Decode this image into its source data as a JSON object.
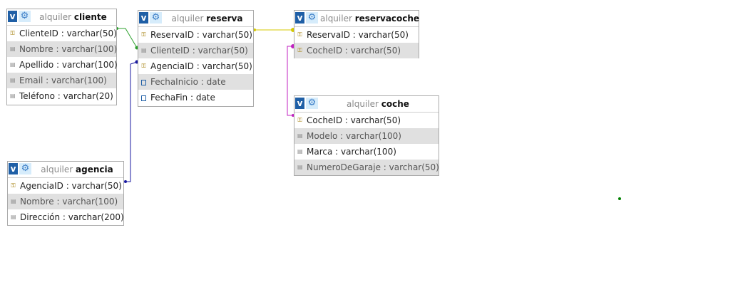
{
  "tables": {
    "cliente": {
      "db": "alquiler",
      "name": "cliente",
      "fields": [
        {
          "text": "ClienteID : varchar(50)",
          "kind": "key"
        },
        {
          "text": "Nombre : varchar(100)",
          "kind": "text"
        },
        {
          "text": "Apellido : varchar(100)",
          "kind": "text"
        },
        {
          "text": "Email : varchar(100)",
          "kind": "text"
        },
        {
          "text": "Teléfono : varchar(20)",
          "kind": "text"
        }
      ]
    },
    "reserva": {
      "db": "alquiler",
      "name": "reserva",
      "fields": [
        {
          "text": "ReservaID : varchar(50)",
          "kind": "key"
        },
        {
          "text": "ClienteID : varchar(50)",
          "kind": "text"
        },
        {
          "text": "AgenciaID : varchar(50)",
          "kind": "key"
        },
        {
          "text": "FechaInicio : date",
          "kind": "date"
        },
        {
          "text": "FechaFin : date",
          "kind": "date"
        }
      ]
    },
    "reservacoche": {
      "db": "alquiler",
      "name": "reservacoche",
      "fields": [
        {
          "text": "ReservaID : varchar(50)",
          "kind": "key"
        },
        {
          "text": "CocheID : varchar(50)",
          "kind": "key"
        }
      ]
    },
    "coche": {
      "db": "alquiler",
      "name": "coche",
      "fields": [
        {
          "text": "CocheID : varchar(50)",
          "kind": "key"
        },
        {
          "text": "Modelo : varchar(100)",
          "kind": "text"
        },
        {
          "text": "Marca : varchar(100)",
          "kind": "text"
        },
        {
          "text": "NumeroDeGaraje : varchar(50)",
          "kind": "text"
        }
      ]
    },
    "agencia": {
      "db": "alquiler",
      "name": "agencia",
      "fields": [
        {
          "text": "AgenciaID : varchar(50)",
          "kind": "key"
        },
        {
          "text": "Nombre : varchar(100)",
          "kind": "text"
        },
        {
          "text": "Dirección : varchar(200)",
          "kind": "text"
        }
      ]
    }
  },
  "relations": [
    {
      "from": "cliente.ClienteID",
      "to": "reserva.ClienteID",
      "color": "#2ca02c"
    },
    {
      "from": "agencia.AgenciaID",
      "to": "reserva.AgenciaID",
      "color": "#1a1aa0"
    },
    {
      "from": "reserva.ReservaID",
      "to": "reservacoche.ReservaID",
      "color": "#d4c800"
    },
    {
      "from": "coche.CocheID",
      "to": "reservacoche.CocheID",
      "color": "#c020c0"
    }
  ],
  "colors": {
    "accent": "#1f5fa6",
    "alt_row": "#e0e0e0",
    "stray_dot": "#008000"
  }
}
